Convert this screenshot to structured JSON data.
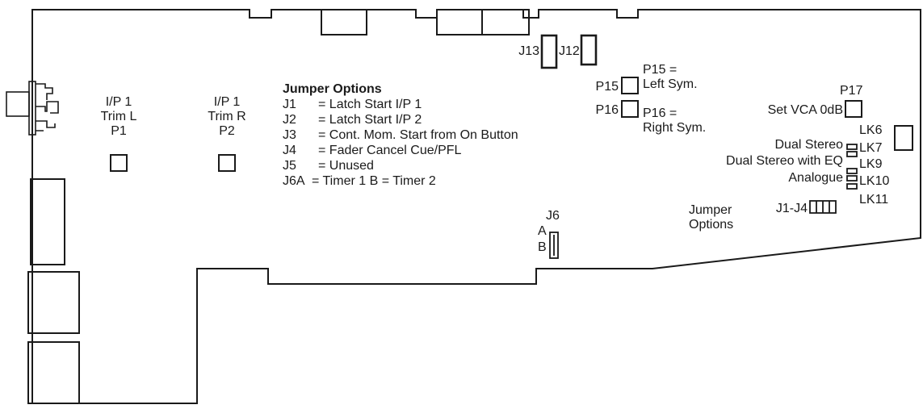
{
  "labels": {
    "trim_l": [
      "I/P 1",
      "Trim L",
      "P1"
    ],
    "trim_r": [
      "I/P 1",
      "Trim R",
      "P2"
    ],
    "j13": "J13",
    "j12": "J12",
    "p15": "P15",
    "p16": "P16",
    "p15_desc": [
      "P15 =",
      "Left Sym."
    ],
    "p16_desc": [
      "P16 =",
      "Right Sym."
    ],
    "p17": "P17",
    "set_vca": "Set VCA 0dB",
    "lk6": "LK6",
    "lk7": "LK7",
    "lk9": "LK9",
    "lk10": "LK10",
    "lk11": "LK11",
    "dual_stereo": "Dual Stereo",
    "dual_stereo_eq": "Dual Stereo with EQ",
    "analogue": "Analogue",
    "j1_j4": "J1-J4",
    "jumper_options_small": [
      "Jumper",
      "Options"
    ],
    "j6": "J6",
    "j6_a": "A",
    "j6_b": "B"
  },
  "jumper_options": {
    "title": "Jumper Options",
    "rows": [
      {
        "key": "J1",
        "value": "= Latch Start I/P 1"
      },
      {
        "key": "J2",
        "value": "= Latch Start I/P 2"
      },
      {
        "key": "J3",
        "value": "= Cont. Mom. Start from On Button"
      },
      {
        "key": "J4",
        "value": "= Fader Cancel Cue/PFL"
      },
      {
        "key": "J5",
        "value": "= Unused"
      },
      {
        "key": "J6A",
        "value": "= Timer 1 B = Timer 2"
      }
    ]
  }
}
